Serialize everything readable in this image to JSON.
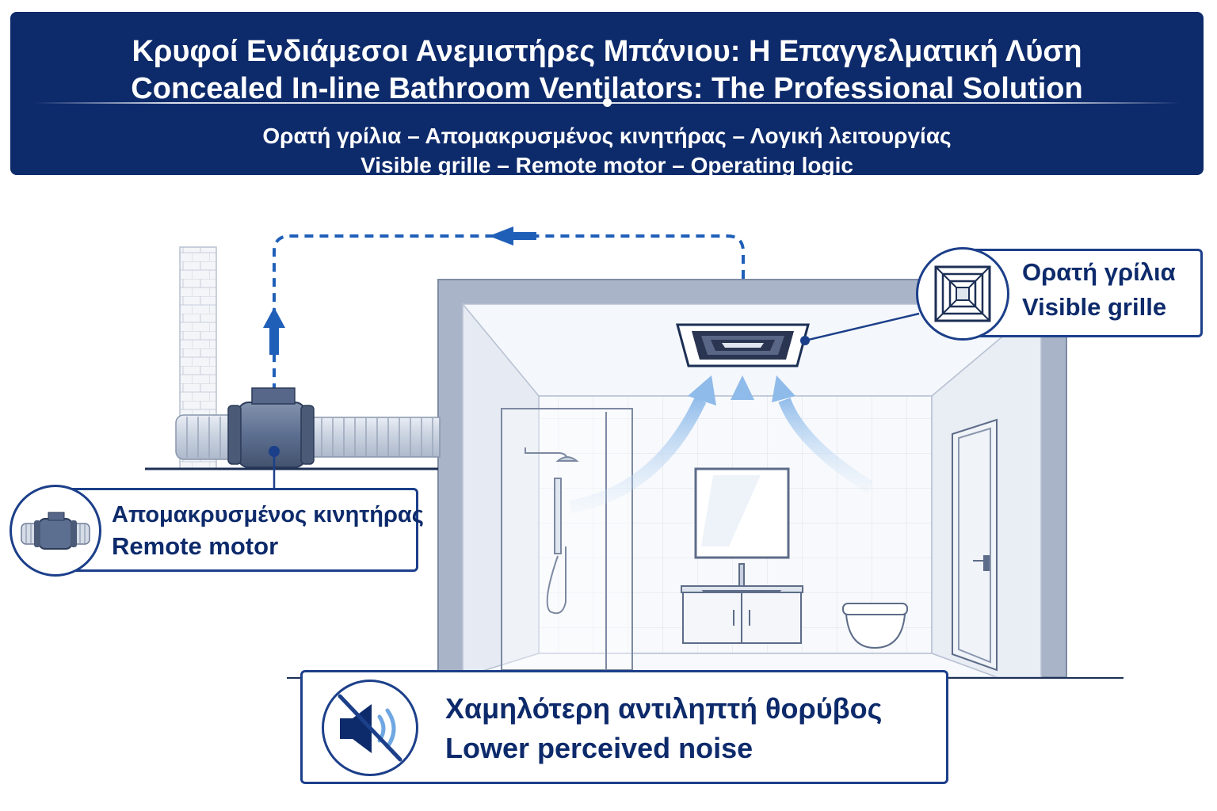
{
  "header": {
    "title_el": "Κρυφοί Ενδιάμεσοι Ανεμιστήρες Μπάνιου: Η Επαγγελματική Λύση",
    "title_en": "Concealed In-line Bathroom Ventilators: The Professional Solution",
    "subtitle_el": "Ορατή γρίλια – Απομακρυσμένος κινητήρας – Λογική λειτουργίας",
    "subtitle_en": "Visible grille – Remote motor – Operating logic"
  },
  "callouts": {
    "grille": {
      "label_el": "Ορατή γρίλια",
      "label_en": "Visible grille",
      "icon": "grille-icon"
    },
    "motor": {
      "label_el": "Απομακρυσμένος κινητήρας",
      "label_en": "Remote motor",
      "icon": "inline-fan-icon"
    },
    "noise": {
      "label_el": "Χαμηλότερη αντιληπτή θορύβος",
      "label_en": "Lower perceived noise",
      "icon": "muted-speaker-icon"
    }
  },
  "colors": {
    "navy": "#0d2a6b",
    "accent_blue": "#1f5fb8",
    "airflow_light_blue": "#a9cdf0",
    "wall_gray": "#a9b4c8"
  }
}
